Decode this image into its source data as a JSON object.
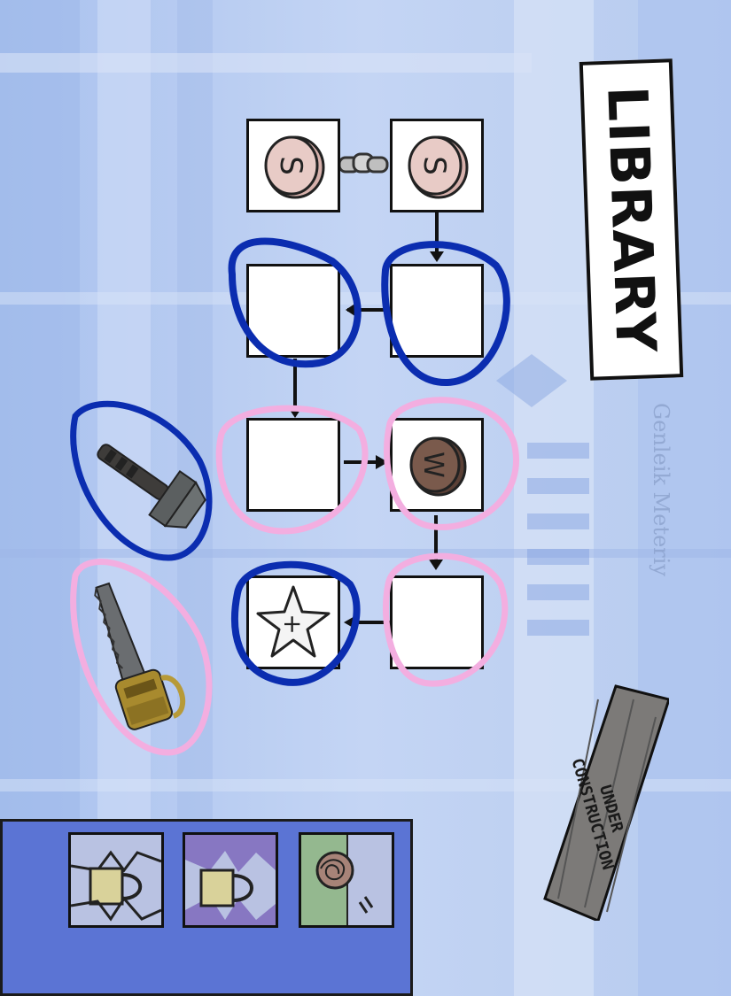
{
  "location": {
    "title": "LIBRARY",
    "storefront_text": "Genleik Meteriy"
  },
  "sign": {
    "line1": "UNDER",
    "line2": "CONSTRUCTION"
  },
  "path_nodes": [
    {
      "id": "node-1",
      "content": "pill",
      "symbol": "S",
      "color": "#e8cbc6"
    },
    {
      "id": "node-2",
      "content": "pill",
      "symbol": "S",
      "color": "#e8cbc6"
    },
    {
      "id": "node-3",
      "content": "empty"
    },
    {
      "id": "node-4",
      "content": "empty"
    },
    {
      "id": "node-5",
      "content": "pill",
      "symbol": "W",
      "color": "#7a5a4c"
    },
    {
      "id": "node-6",
      "content": "empty"
    },
    {
      "id": "node-7",
      "content": "empty"
    },
    {
      "id": "node-8",
      "content": "star",
      "symbol": "+"
    }
  ],
  "items": [
    {
      "name": "hammer",
      "ring_color": "#0b2db0"
    },
    {
      "name": "chainsaw",
      "ring_color": "#f0a9d8"
    }
  ],
  "inventory": [
    {
      "slot": 1,
      "icon": "padlock-icon"
    },
    {
      "slot": 2,
      "icon": "padlock-icon"
    },
    {
      "slot": 3,
      "icon": "scribble-ball-icon"
    }
  ],
  "colors": {
    "blue_ring": "#0b2db0",
    "pink_ring": "#f3aee0",
    "panel": "#5b74d4"
  }
}
